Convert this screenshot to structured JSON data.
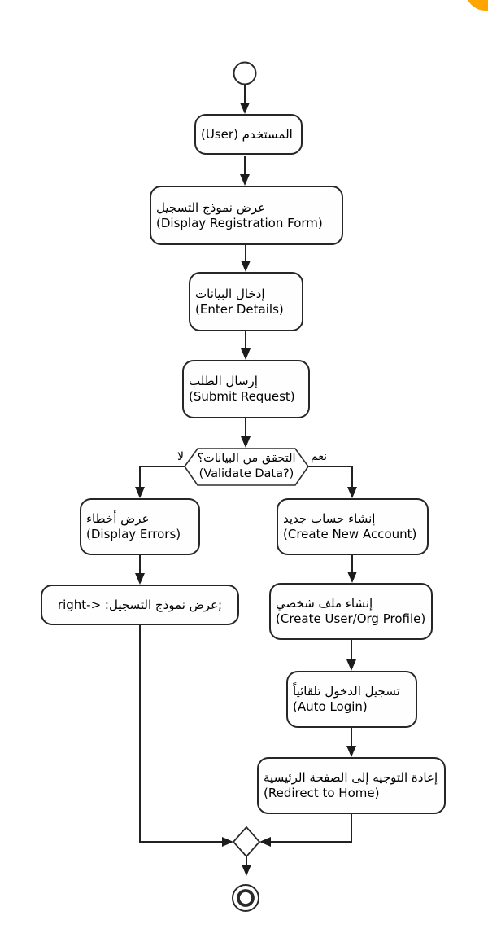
{
  "page": {
    "background_color": "#ffffff",
    "accent_dot_color": "#ffa500",
    "line_color": "#222222"
  },
  "diagram": {
    "type": "activity-flowchart",
    "nodes": {
      "user": {
        "label": "المستخدم (User)"
      },
      "display_form": {
        "label_ar": "عرض نموذج التسجيل",
        "label_en": "(Display Registration Form)"
      },
      "enter_details": {
        "label_ar": "إدخال البيانات",
        "label_en": "(Enter Details)"
      },
      "submit_request": {
        "label_ar": "إرسال الطلب",
        "label_en": "(Submit Request)"
      },
      "validate_decision": {
        "label_ar": "التحقق من البيانات؟",
        "label_en": "(Validate Data?)",
        "branch_no": "لا",
        "branch_yes": "نعم"
      },
      "display_errors": {
        "label_ar": "عرض أخطاء",
        "label_en": "(Display Errors)"
      },
      "raw_syntax": {
        "label": "right-> :عرض نموذج التسجيل;"
      },
      "create_account": {
        "label_ar": "إنشاء حساب جديد",
        "label_en": "(Create New Account)"
      },
      "create_profile": {
        "label_ar": "إنشاء ملف شخصي",
        "label_en": "(Create User/Org Profile)"
      },
      "auto_login": {
        "label_ar": "تسجيل الدخول تلقائياً",
        "label_en": "(Auto Login)"
      },
      "redirect_home": {
        "label_ar": "إعادة التوجيه إلى الصفحة الرئيسية",
        "label_en": "(Redirect to Home)"
      }
    }
  }
}
